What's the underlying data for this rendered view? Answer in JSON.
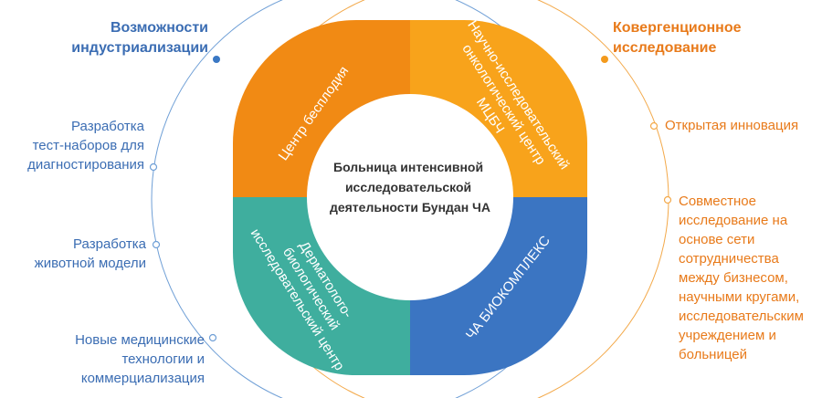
{
  "colors": {
    "blue": "#3a78c4",
    "orange": "#f39a1d",
    "seg_top_left": "#f18a14",
    "seg_top_right": "#f8a31b",
    "seg_bottom_left": "#3fae9e",
    "seg_bottom_right": "#3b75c2",
    "left_text": "#3b6db3",
    "right_text": "#e87a1a"
  },
  "center": {
    "lines": [
      "Больница интенсивной",
      "исследовательской",
      "деятельности Бундан ЧА"
    ]
  },
  "segments": [
    {
      "id": "top_left",
      "lines": [
        "Центр бесплодия"
      ]
    },
    {
      "id": "top_right",
      "lines": [
        "Научно-исследовательский",
        "онкологический центр",
        "МЦБЧ"
      ]
    },
    {
      "id": "bottom_left",
      "lines": [
        "Дерматолого-",
        "биологический",
        "исследовательский центр"
      ]
    },
    {
      "id": "bottom_right",
      "lines": [
        "ЧА БИОКОМПЛЕКС"
      ]
    }
  ],
  "left": {
    "heading": [
      "Возможности",
      "индустриализации"
    ],
    "items": [
      {
        "lines": [
          "Разработка",
          "тест-наборов для",
          "диагностирования"
        ]
      },
      {
        "lines": [
          "Разработка",
          "животной модели"
        ]
      },
      {
        "lines": [
          "Новые медицинские",
          "технологии и",
          "коммерциализация"
        ]
      }
    ]
  },
  "right": {
    "heading": [
      "Ковергенционное",
      "исследование"
    ],
    "items": [
      {
        "lines": [
          "Открытая инновация"
        ]
      },
      {
        "lines": [
          "Совместное",
          "исследование на",
          "основе сети",
          "сотрудничества",
          "между бизнесом,",
          "научными кругами,",
          "исследовательским",
          "учреждением и",
          "больницей"
        ]
      }
    ]
  }
}
